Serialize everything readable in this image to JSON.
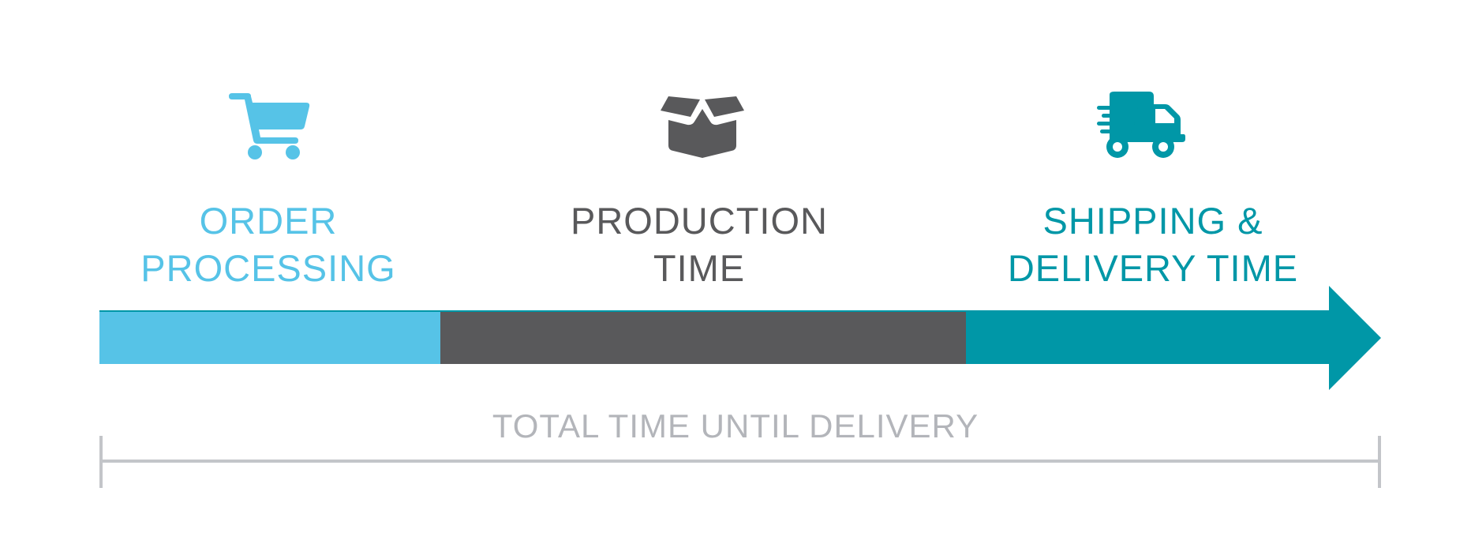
{
  "stages": [
    {
      "id": "order",
      "lines": [
        "ORDER",
        "PROCESSING"
      ],
      "icon": "shopping-cart-icon",
      "color": "#56c3e7"
    },
    {
      "id": "production",
      "lines": [
        "PRODUCTION",
        "TIME"
      ],
      "icon": "open-box-icon",
      "color": "#59595b"
    },
    {
      "id": "shipping",
      "lines": [
        "SHIPPING &",
        "DELIVERY TIME"
      ],
      "icon": "delivery-truck-icon",
      "color": "#0097a7"
    }
  ],
  "total": {
    "label": "TOTAL TIME UNTIL DELIVERY",
    "color": "#b3b5ba"
  }
}
